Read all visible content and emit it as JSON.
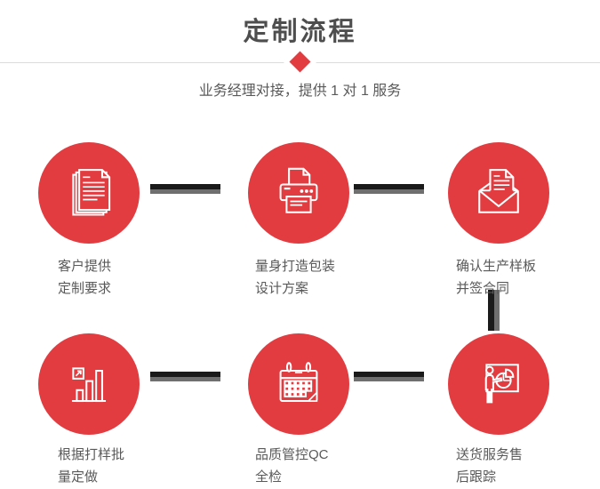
{
  "page": {
    "title": "定制流程",
    "subtitle": "业务经理对接，提供 1 对 1 服务"
  },
  "colors": {
    "accent_red": "#e23c40",
    "title_color": "#4e4e4e",
    "text_color": "#595959",
    "divider_color": "#dcdcdc",
    "connector_dark": "#1a1a1a",
    "connector_gray": "#6f6f6f",
    "icon_stroke": "#ffffff"
  },
  "steps": [
    {
      "icon": "documents-icon",
      "label_line1": "客户提供",
      "label_line2": "定制要求"
    },
    {
      "icon": "printer-icon",
      "label_line1": "量身打造包装",
      "label_line2": "设计方案"
    },
    {
      "icon": "envelope-icon",
      "label_line1": "确认生产样板",
      "label_line2": "并签合同"
    },
    {
      "icon": "bar-chart-icon",
      "label_line1": "根据打样批",
      "label_line2": "量定做"
    },
    {
      "icon": "calendar-icon",
      "label_line1": "品质管控QC",
      "label_line2": "全检"
    },
    {
      "icon": "presentation-icon",
      "label_line1": "送货服务售",
      "label_line2": "后跟踪"
    }
  ]
}
